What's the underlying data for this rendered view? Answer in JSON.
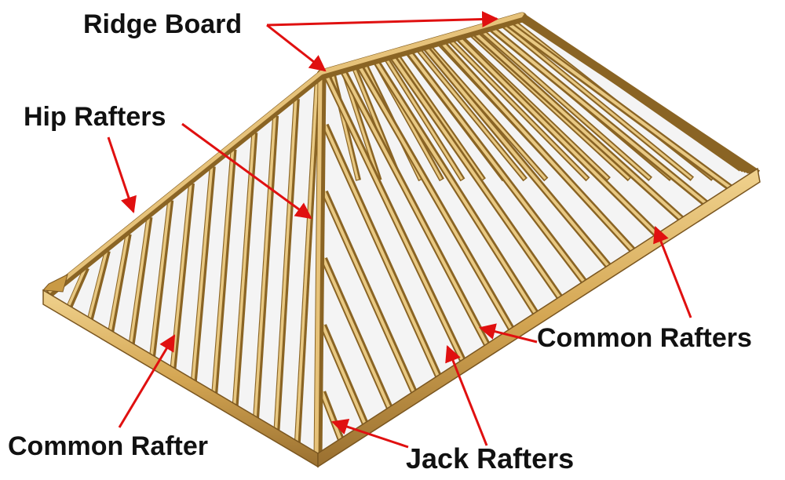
{
  "labels": {
    "ridge_board": "Ridge Board",
    "hip_rafters": "Hip Rafters",
    "common_rafters": "Common Rafters",
    "common_rafter": "Common Rafter",
    "jack_rafters": "Jack Rafters"
  },
  "colors": {
    "wood_light": "#e6c27a",
    "wood_mid": "#c99a45",
    "wood_dark": "#8a6424",
    "arrow": "#e01010",
    "background": "#ffffff",
    "interior": "#f4f4f4"
  }
}
